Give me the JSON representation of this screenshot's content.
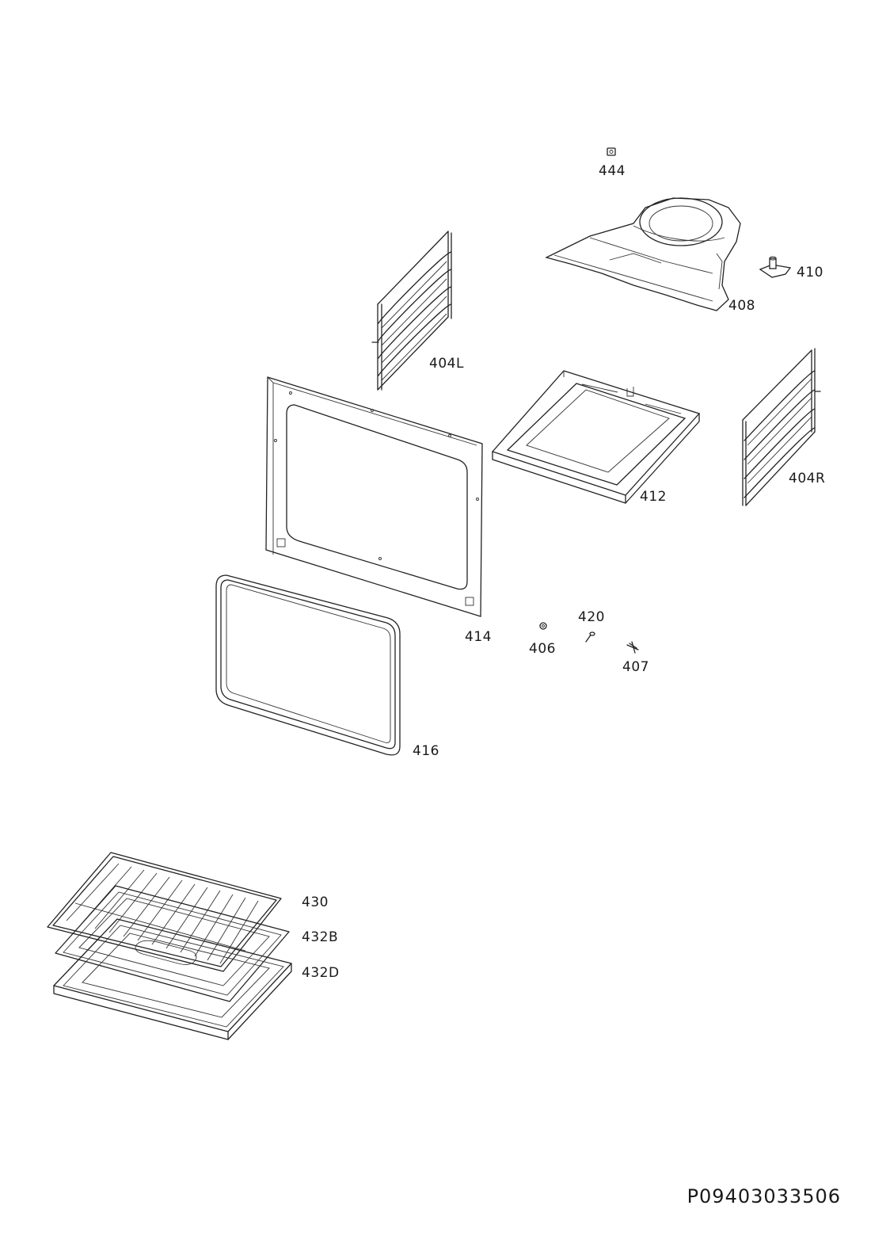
{
  "labels": {
    "p444": "444",
    "p410": "410",
    "p408": "408",
    "p404L": "404L",
    "p404R": "404R",
    "p412": "412",
    "p414": "414",
    "p416": "416",
    "p420": "420",
    "p406": "406",
    "p407": "407",
    "p430": "430",
    "p432B": "432B",
    "p432D": "432D"
  },
  "document_number": "P09403033506"
}
